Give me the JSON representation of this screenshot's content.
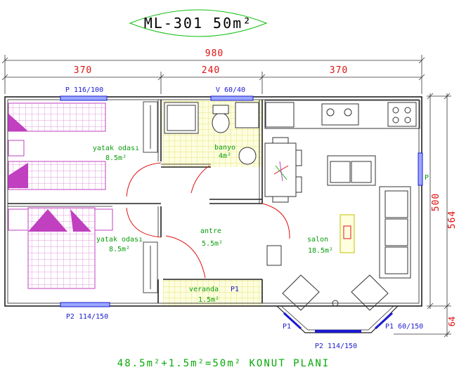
{
  "title": "ML-301 50m²",
  "footer": "48.5m²+1.5m²=50m² KONUT PLANI",
  "dimensions": {
    "total_width": "980",
    "segments": [
      "370",
      "240",
      "370"
    ],
    "height_inner": "500",
    "height_total": "564",
    "height_veranda": "64"
  },
  "rooms": {
    "bedroom1_name": "yatak odası",
    "bedroom1_area": "8.5m²",
    "bedroom2_name": "yatak odası",
    "bedroom2_area": "8.5m²",
    "bath_name": "banyo",
    "bath_area": "4m²",
    "hall_name": "antre",
    "hall_area": "5.5m²",
    "living_name": "salon",
    "living_area": "18.5m²",
    "veranda_name": "veranda",
    "veranda_area": "1.5m²"
  },
  "openings": {
    "top_window": "P 116/100",
    "bath_window": "V 60/40",
    "right_window": "P",
    "bottom_left_window": "P2 114/150",
    "veranda_door": "P1",
    "bay_left": "P1",
    "bay_right": "P1 60/150",
    "bay_bottom": "P2 114/150"
  },
  "colors": {
    "wall": "#202020",
    "dimension": "#e01010",
    "label": "#0a9d0a",
    "window": "#1a1ad0",
    "bed": "#c040c0",
    "tile": "#e8e86a",
    "door": "#e01010",
    "title_ellipse": "#10c010"
  }
}
